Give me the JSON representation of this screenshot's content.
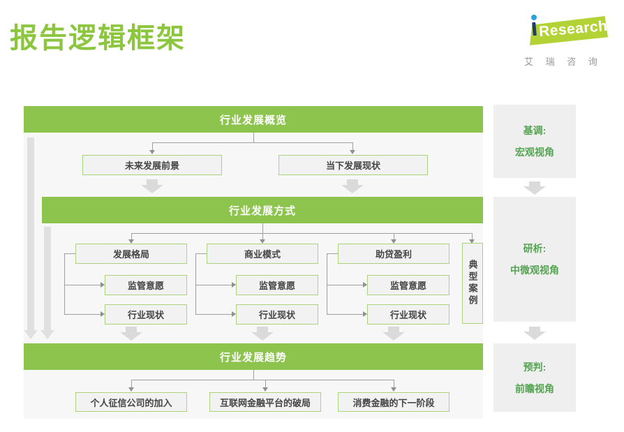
{
  "page": {
    "title": "报告逻辑框架"
  },
  "logo": {
    "i": "i",
    "name": "Research",
    "caption": "艾 瑞 咨 询"
  },
  "colors": {
    "accent_green": "#8dc44d",
    "title_green": "#8cc63f",
    "logo_green": "#b3d235",
    "logo_dot_blue": "#2aa3dc",
    "logo_stem_navy": "#243a75",
    "sidebar_text_green": "#54a451",
    "box_border_green": "#abd37c",
    "connector_gray": "#9f9f9f",
    "thick_arrow_gray": "#dadada"
  },
  "diagram": {
    "sections": [
      {
        "header": "行业发展概览",
        "children": [
          "未来发展前景",
          "当下发展现状"
        ]
      },
      {
        "header": "行业发展方式",
        "columns": [
          {
            "title": "发展格局",
            "subs": [
              "监管意愿",
              "行业现状"
            ]
          },
          {
            "title": "商业模式",
            "subs": [
              "监管意愿",
              "行业现状"
            ]
          },
          {
            "title": "助贷盈利",
            "subs": [
              "监管意愿",
              "行业现状"
            ]
          }
        ],
        "side_box": "典型案例"
      },
      {
        "header": "行业发展趋势",
        "children": [
          "个人征信公司的加入",
          "互联网金融平台的破局",
          "消费金融的下一阶段"
        ]
      }
    ],
    "sidebar": [
      {
        "line1": "基调:",
        "line2": "宏观视角"
      },
      {
        "line1": "研析:",
        "line2": "中微观视角"
      },
      {
        "line1": "预判:",
        "line2": "前瞻视角"
      }
    ]
  }
}
